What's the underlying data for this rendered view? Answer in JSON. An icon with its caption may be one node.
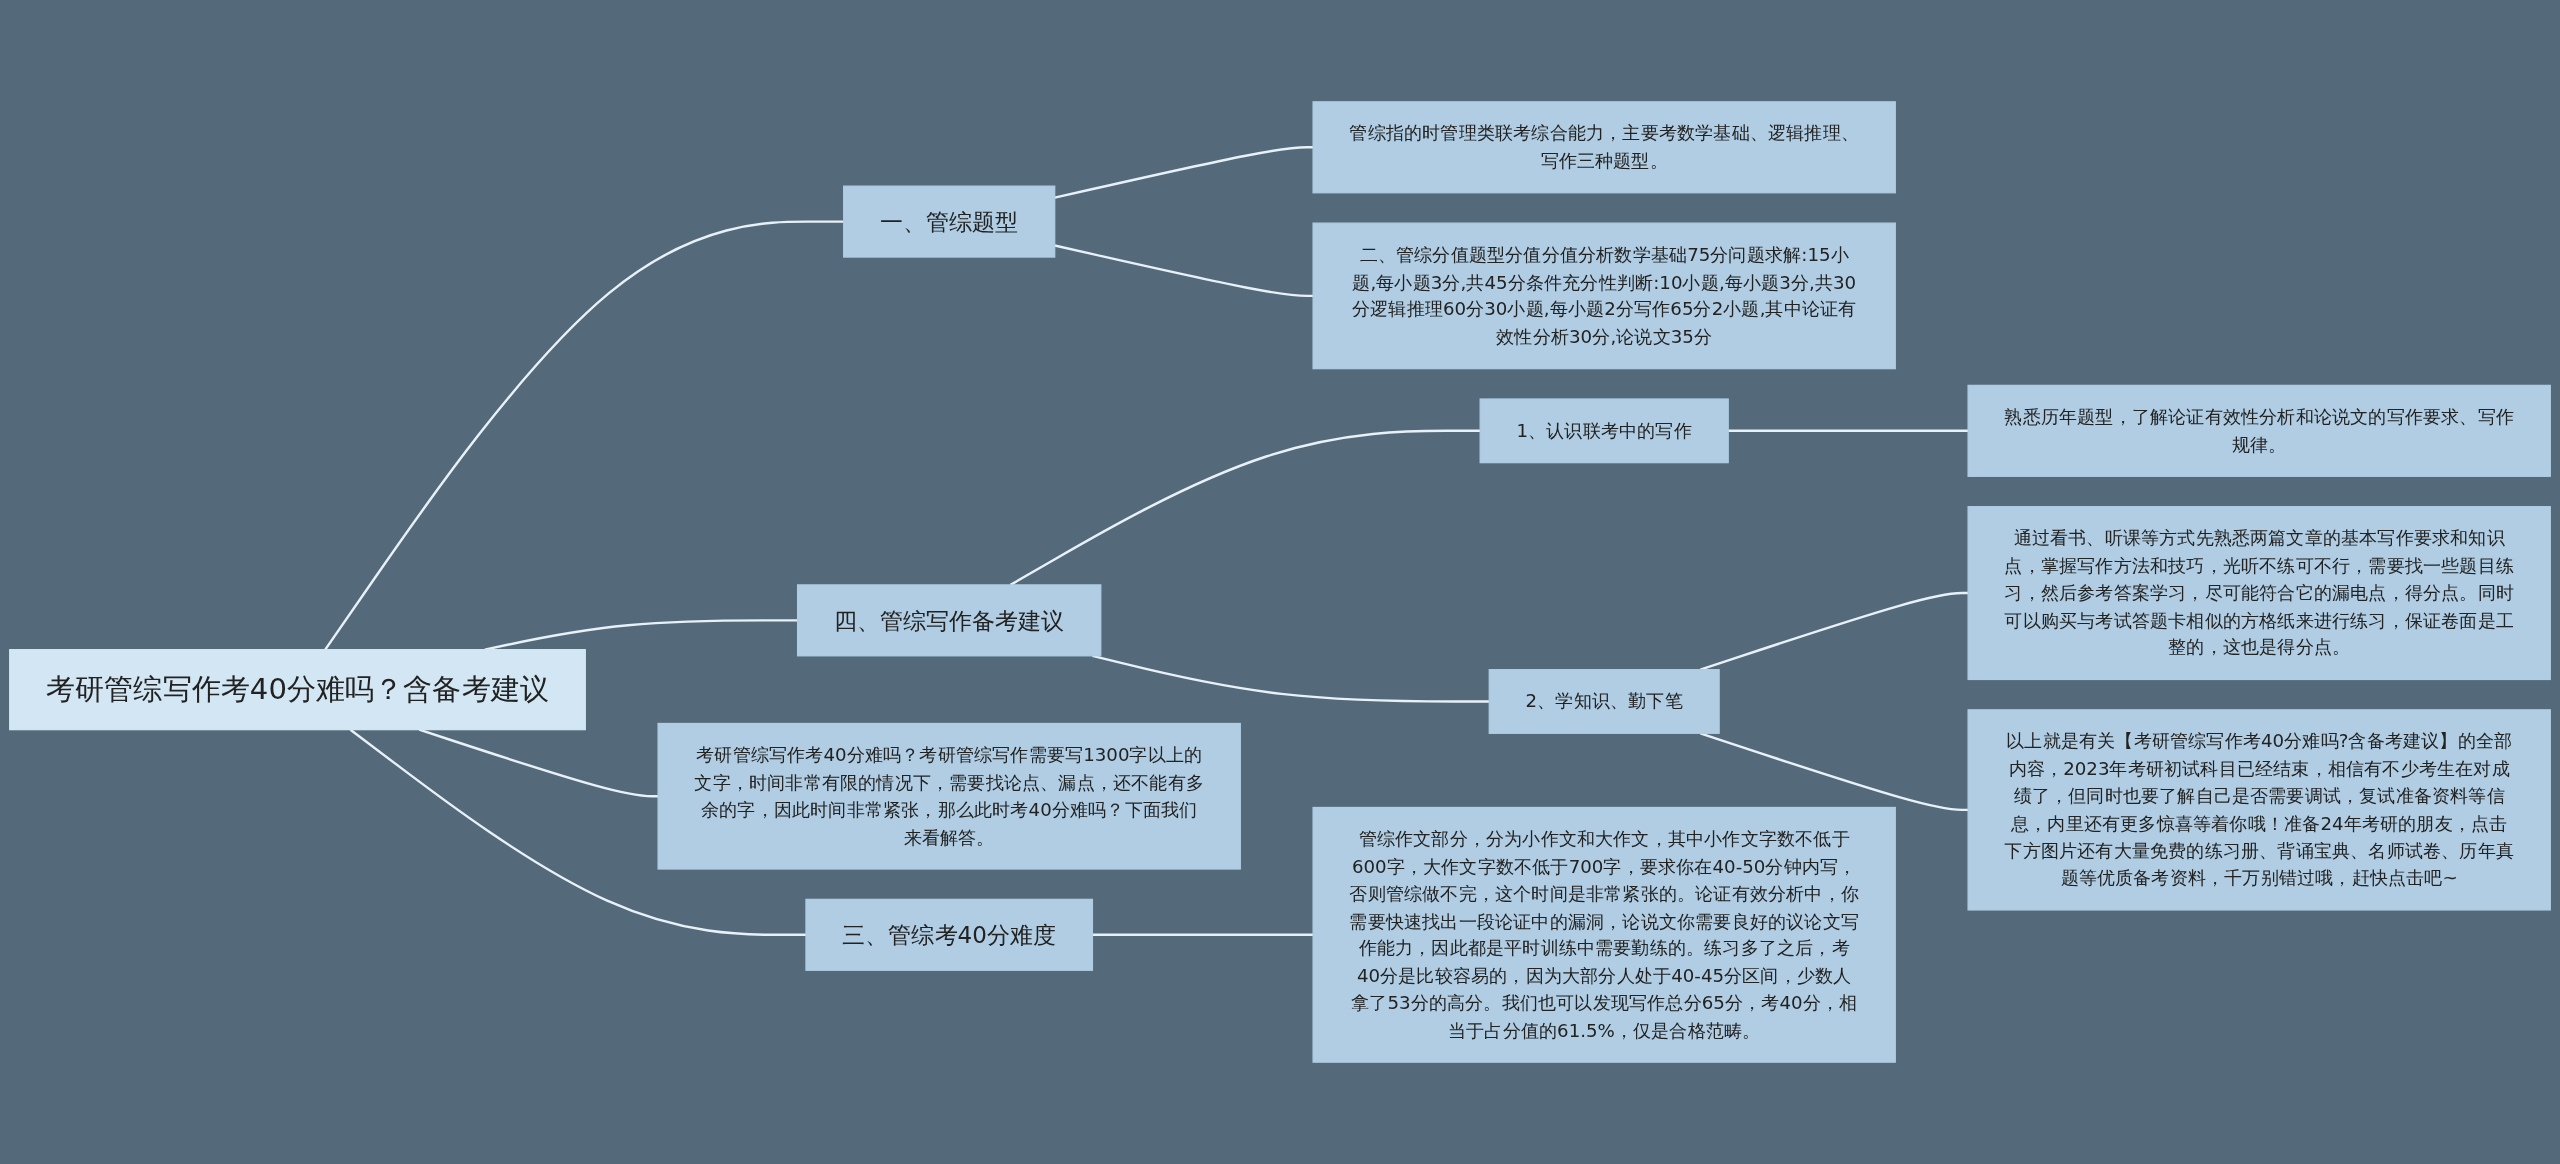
{
  "diagram": {
    "nodes": [
      {
        "text": [
          "考研管综写作考40分难吗？含备考建议"
        ]
      },
      {
        "text": [
          "一、管综题型"
        ]
      },
      {
        "text": [
          "管综指的时管理类联考综合能力，主要考数学基础、逻辑推理、写作三种题型。"
        ]
      },
      {
        "text": [
          "二、管综分值题型分值分值分析数学基础75分问题求解:15小题,每小题3分,共45分条件充分性判断:10小题,每小题3分,共30分逻辑推理60分30小题,每小题2分写作65分2小题,其中论证有效性分析30分,论说文35分"
        ]
      },
      {
        "text": [
          "四、管综写作备考建议"
        ]
      },
      {
        "text": [
          "1、认识联考中的写作"
        ]
      },
      {
        "text": [
          "熟悉历年题型，了解论证有效性分析和论说文的写作要求、写作规律。"
        ]
      },
      {
        "text": [
          "2、学知识、勤下笔"
        ]
      },
      {
        "text": [
          "通过看书、听课等方式先熟悉两篇文章的基本写作要求和知识点，掌握写作方法和技巧，光听不练可不行，需要找一些题目练习，然后参考答案学习，尽可能符合它的漏电点，得分点。同时可以购买与考试答题卡相似的方格纸来进行练习，保证卷面是工整的，这也是得分点。"
        ]
      },
      {
        "text": [
          "以上就是有关【考研管综写作考40分难吗?含备考建议】的全部内容，2023年考研初试科目已经结束，相信有不少考生在对成绩了，但同时也要了解自己是否需要调试，复试准备资料等信息，内里还有更多惊喜等着你哦！准备24年考研的朋友，点击下方图片还有大量免费的练习册、背诵宝典、名师试卷、历年真题等优质备考资料，千万别错过哦，赶快点击吧~"
        ]
      },
      {
        "text": [
          "考研管综写作考40分难吗？考研管综写作需要写1300字以上的文字，时间非常有限的情况下，需要找论点、漏点，还不能有多余的字，因此时间非常紧张，那么此时考40分难吗？下面我们来看解答。"
        ]
      },
      {
        "text": [
          "三、管综考40分难度"
        ]
      },
      {
        "text": [
          "管综作文部分，分为小作文和大作文，其中小作文字数不低于600字，大作文字数不低于700字，要求你在40-50分钟内写，否则管综做不完，这个时间是非常紧张的。论证有效分析中，你需要快速找出一段论证中的漏洞，论说文你需要良好的议论文写作能力，因此都是平时训练中需要勤练的。练习多了之后，考40分是比较容易的，因为大部分人处于40-45分区间，少数人拿了53分的高分。我们也可以发现写作总分65分，考40分，相当于占分值的61.5%，仅是合格范畴。"
        ]
      }
    ],
    "edges": [
      {
        "from": 0,
        "to": 1,
        "arrow": "none"
      },
      {
        "from": 1,
        "to": 2,
        "arrow": "none"
      },
      {
        "from": 1,
        "to": 3,
        "arrow": "none"
      },
      {
        "from": 0,
        "to": 4,
        "arrow": "none"
      },
      {
        "from": 4,
        "to": 5,
        "arrow": "none"
      },
      {
        "from": 5,
        "to": 6,
        "arrow": "none"
      },
      {
        "from": 4,
        "to": 7,
        "arrow": "none"
      },
      {
        "from": 7,
        "to": 8,
        "arrow": "none"
      },
      {
        "from": 7,
        "to": 9,
        "arrow": "none"
      },
      {
        "from": 0,
        "to": 10,
        "arrow": "none"
      },
      {
        "from": 0,
        "to": 11,
        "arrow": "none"
      },
      {
        "from": 11,
        "to": 12,
        "arrow": "none"
      }
    ]
  }
}
